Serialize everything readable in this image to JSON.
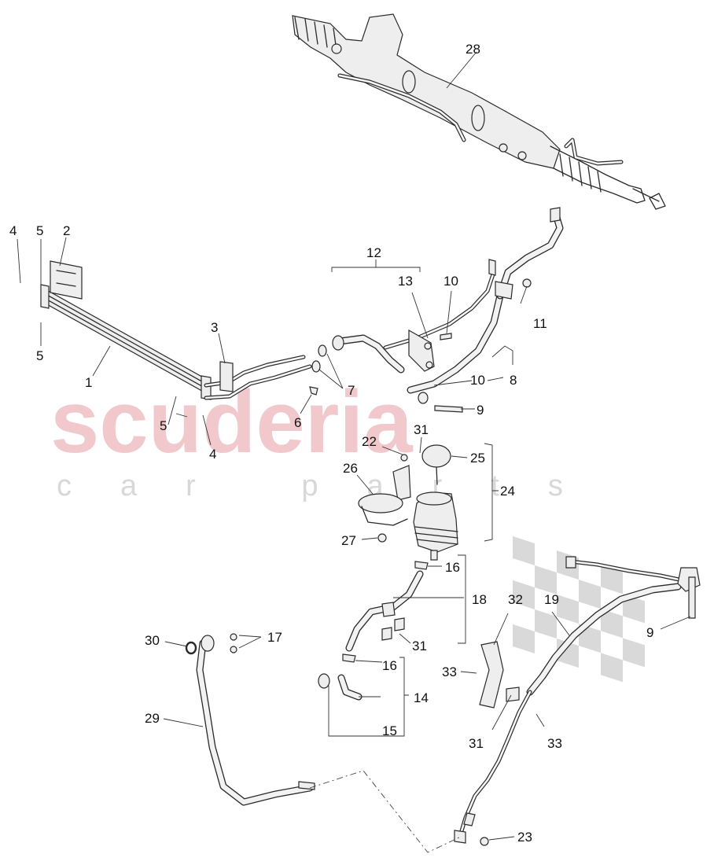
{
  "watermark": {
    "brand": "scuderia",
    "tagline": "car parts",
    "brand_color": "#f1c9cc",
    "checker_color": "#d9d9d9"
  },
  "callouts": {
    "c1": "1",
    "c2": "2",
    "c3": "3",
    "c4a": "4",
    "c4b": "4",
    "c5a": "5",
    "c5b": "5",
    "c5c": "5",
    "c6": "6",
    "c7": "7",
    "c8": "8",
    "c9a": "9",
    "c9b": "9",
    "c10a": "10",
    "c10b": "10",
    "c11": "11",
    "c12": "12",
    "c13": "13",
    "c14": "14",
    "c15": "15",
    "c16a": "16",
    "c16b": "16",
    "c17": "17",
    "c18": "18",
    "c19": "19",
    "c22": "22",
    "c23": "23",
    "c24": "24",
    "c25": "25",
    "c26": "26",
    "c27": "27",
    "c28": "28",
    "c29": "29",
    "c30": "30",
    "c31a": "31",
    "c31b": "31",
    "c31c": "31",
    "c32": "32",
    "c33a": "33",
    "c33b": "33"
  }
}
